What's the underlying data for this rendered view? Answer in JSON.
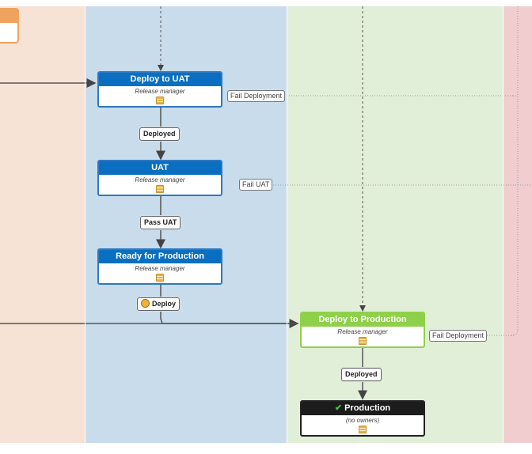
{
  "nodes": {
    "deploy_uat": {
      "title": "Deploy to UAT",
      "owner": "Release manager",
      "icon": "document-icon"
    },
    "uat": {
      "title": "UAT",
      "owner": "Release manager",
      "icon": "document-icon"
    },
    "ready_prod": {
      "title": "Ready for Production",
      "owner": "Release manager",
      "icon": "document-icon"
    },
    "deploy_prod": {
      "title": "Deploy to Production",
      "owner": "Release manager",
      "icon": "document-icon"
    },
    "production": {
      "title": "Production",
      "owner": "(no owners)",
      "icon": "document-icon",
      "status_icon": "checkmark-icon"
    }
  },
  "transitions": {
    "deployed_1": "Deployed",
    "pass_uat": "Pass UAT",
    "deploy": "Deploy",
    "deployed_2": "Deployed",
    "fail_deployment_1": "Fail Deployment",
    "fail_uat": "Fail UAT",
    "fail_deployment_2": "Fail Deployment"
  },
  "colors": {
    "lane_orange": "#f6e3d6",
    "lane_blue": "#c8dcec",
    "lane_green": "#e2efd8",
    "lane_red": "#f1cdd0",
    "node_blue": "#0a6fc0",
    "node_green": "#8fd04a",
    "node_black": "#1c1c1c"
  }
}
